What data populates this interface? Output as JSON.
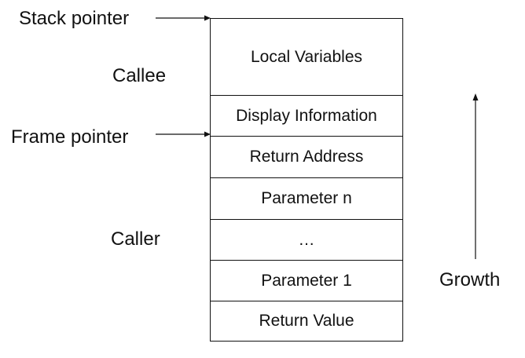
{
  "labels": {
    "stack_pointer": "Stack pointer",
    "frame_pointer": "Frame pointer",
    "callee": "Callee",
    "caller": "Caller",
    "growth": "Growth"
  },
  "stack_rows": [
    "Local Variables",
    "Display Information",
    "Return Address",
    "Parameter n",
    "…",
    "Parameter 1",
    "Return Value"
  ],
  "colors": {
    "line": "#111111",
    "text": "#111111",
    "background": "#ffffff"
  },
  "icons": {
    "stack_pointer_arrow": "right-arrow-icon",
    "frame_pointer_arrow": "right-arrow-icon",
    "growth_arrow": "up-arrow-icon"
  }
}
